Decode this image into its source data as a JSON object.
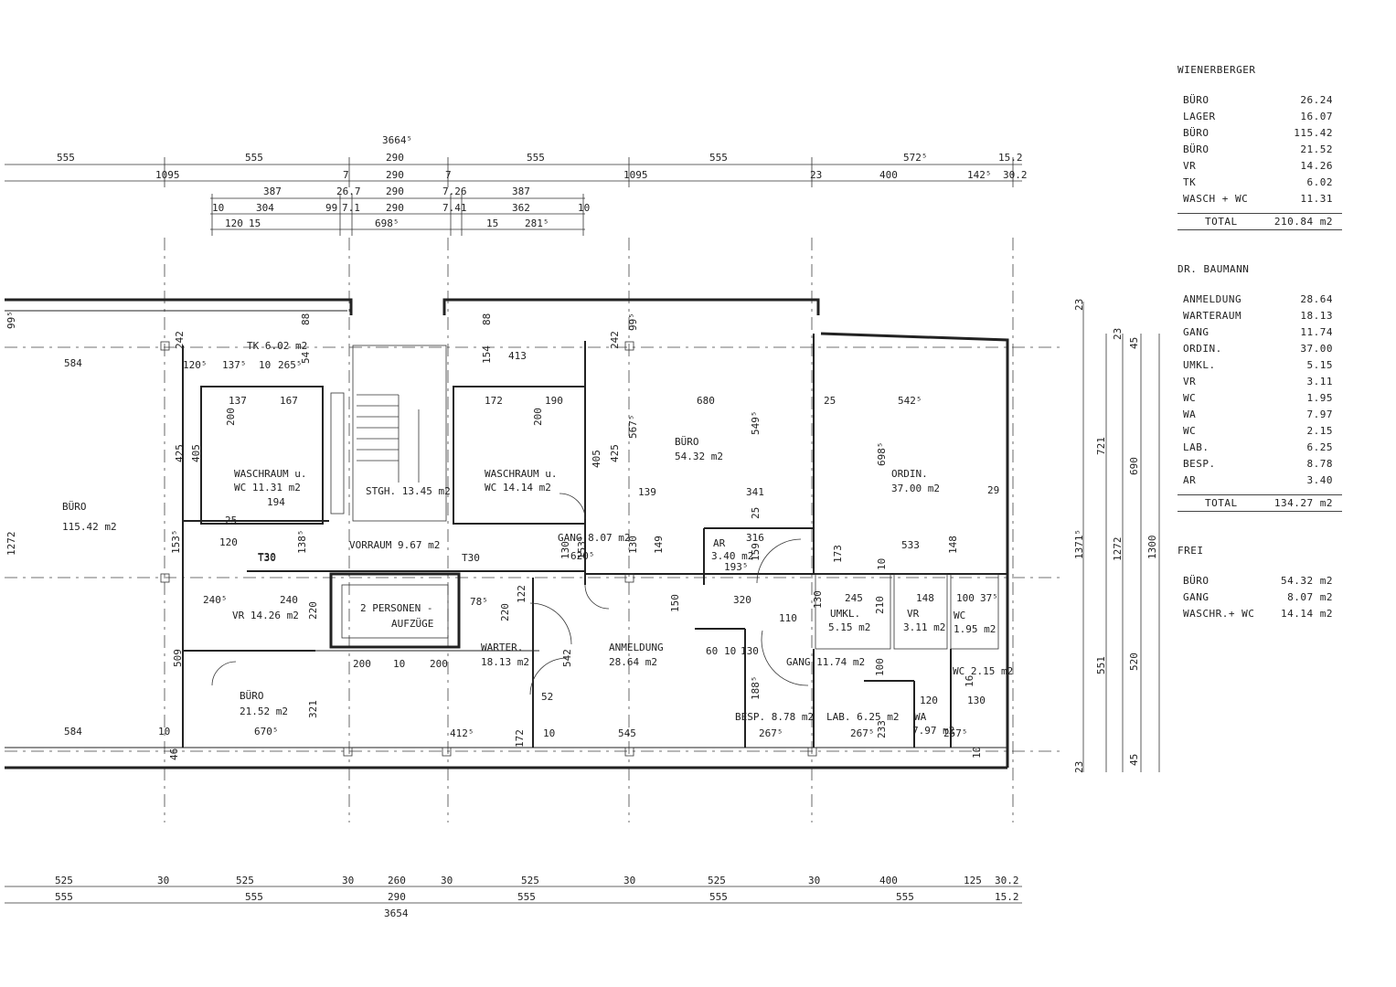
{
  "plan": {
    "dims": {
      "top_overall": "3664⁵",
      "top_row1": [
        "555",
        "555",
        "290",
        "555",
        "555",
        "572⁵",
        "15.2"
      ],
      "top_row2": [
        "1095",
        "7",
        "290",
        "7",
        "1095",
        "23",
        "400",
        "142⁵",
        "30.2"
      ],
      "top_row3": [
        "387",
        "26.7",
        "290",
        "7.26",
        "387"
      ],
      "top_row4": [
        "10",
        "304",
        "99",
        "7.1",
        "290",
        "7.41",
        "362",
        "10"
      ],
      "top_row5": [
        "120",
        "15",
        "698⁵",
        "15",
        "281⁵"
      ],
      "bottom_row1": [
        "525",
        "30",
        "525",
        "30",
        "260",
        "30",
        "525",
        "30",
        "525",
        "30",
        "400",
        "125",
        "30.2"
      ],
      "bottom_row2": [
        "555",
        "555",
        "290",
        "555",
        "555",
        "555",
        "15.2"
      ],
      "bottom_overall": "3654",
      "right_outer": [
        "23",
        "1371⁵",
        "23"
      ],
      "right_mid": [
        "721",
        "551"
      ],
      "right_inner": [
        "23",
        "1272"
      ],
      "right_far": [
        "45",
        "690",
        "520",
        "45"
      ],
      "right_total": "1300",
      "left": [
        "99⁵",
        "584",
        "1272",
        "584"
      ],
      "interior": [
        "88",
        "242",
        "120⁵",
        "137⁵",
        "10",
        "265⁵",
        "54",
        "137",
        "167",
        "200",
        "425",
        "405",
        "194",
        "120",
        "25",
        "153⁵",
        "T30",
        "138⁵",
        "240⁵",
        "240",
        "220",
        "509",
        "321",
        "670⁵",
        "10",
        "46",
        "88",
        "154",
        "413",
        "172",
        "190",
        "200",
        "405",
        "425",
        "567⁵",
        "242",
        "99⁵",
        "680",
        "549⁵",
        "25",
        "542⁵",
        "698⁵",
        "139",
        "341",
        "25",
        "316",
        "159",
        "193⁵",
        "130",
        "153⁵",
        "620⁵",
        "149",
        "130",
        "29",
        "533",
        "148",
        "173",
        "245",
        "10",
        "148",
        "100",
        "37⁵",
        "210",
        "130",
        "78⁵",
        "220",
        "122",
        "542",
        "52",
        "172",
        "10",
        "150",
        "320",
        "110",
        "60",
        "10",
        "130",
        "188⁵",
        "100",
        "120",
        "16",
        "130",
        "200",
        "10",
        "200",
        "412⁵",
        "545",
        "267⁵",
        "267⁵",
        "233",
        "257⁵",
        "10"
      ]
    },
    "rooms": {
      "tk": "TK 6.02 m2",
      "waschraum1": [
        "WASCHRAUM u.",
        "WC      11.31 m2"
      ],
      "buero115": [
        "BÜRO",
        "115.42 m2"
      ],
      "stgh": "STGH. 13.45 m2",
      "waschraum2": [
        "WASCHRAUM u.",
        "WC      14.14 m2"
      ],
      "buero54": [
        "BÜRO",
        "54.32 m2"
      ],
      "ordin": [
        "ORDIN.",
        "37.00 m2"
      ],
      "vorraum": "VORRAUM  9.67 m2",
      "gang8": "GANG  8.07 m2",
      "ar": [
        "AR",
        "3.40 m2"
      ],
      "aufzuege": [
        "2 PERSONEN -",
        "AUFZÜGE"
      ],
      "vr14": "VR  14.26 m2",
      "warter": [
        "WARTER.",
        "18.13 m2"
      ],
      "anmeldung": [
        "ANMELDUNG",
        "28.64 m2"
      ],
      "umkl": [
        "UMKL.",
        "5.15 m2"
      ],
      "vr3": [
        "VR",
        "3.11 m2"
      ],
      "wc195": [
        "WC",
        "1.95 m2"
      ],
      "gang11": "GANG 11.74 m2",
      "wc215": "WC 2.15 m2",
      "buero21": [
        "BÜRO",
        "21.52 m2"
      ],
      "besp": "BESP. 8.78 m2",
      "lab": "LAB. 6.25 m2",
      "wa": [
        "WA",
        "7.97 m2"
      ],
      "t30a": "T30",
      "t30b": "T30"
    }
  },
  "legend": {
    "wienerberger": {
      "title": "WIENERBERGER",
      "rows": [
        {
          "label": "BÜRO",
          "value": "26.24"
        },
        {
          "label": "LAGER",
          "value": "16.07"
        },
        {
          "label": "BÜRO",
          "value": "115.42"
        },
        {
          "label": "BÜRO",
          "value": "21.52"
        },
        {
          "label": "VR",
          "value": "14.26"
        },
        {
          "label": "TK",
          "value": "6.02"
        },
        {
          "label": "WASCH + WC",
          "value": "11.31"
        }
      ],
      "total_label": "TOTAL",
      "total_value": "210.84 m2"
    },
    "baumann": {
      "title": "DR. BAUMANN",
      "rows": [
        {
          "label": "ANMELDUNG",
          "value": "28.64"
        },
        {
          "label": "WARTERAUM",
          "value": "18.13"
        },
        {
          "label": "GANG",
          "value": "11.74"
        },
        {
          "label": "ORDIN.",
          "value": "37.00"
        },
        {
          "label": "UMKL.",
          "value": "5.15"
        },
        {
          "label": "VR",
          "value": "3.11"
        },
        {
          "label": "WC",
          "value": "1.95"
        },
        {
          "label": "WA",
          "value": "7.97"
        },
        {
          "label": "WC",
          "value": "2.15"
        },
        {
          "label": "LAB.",
          "value": "6.25"
        },
        {
          "label": "BESP.",
          "value": "8.78"
        },
        {
          "label": "AR",
          "value": "3.40"
        }
      ],
      "total_label": "TOTAL",
      "total_value": "134.27 m2"
    },
    "frei": {
      "title": "FREI",
      "rows": [
        {
          "label": "BÜRO",
          "value": "54.32 m2"
        },
        {
          "label": "GANG",
          "value": "8.07 m2"
        },
        {
          "label": "WASCHR.+ WC",
          "value": "14.14 m2"
        }
      ]
    }
  }
}
